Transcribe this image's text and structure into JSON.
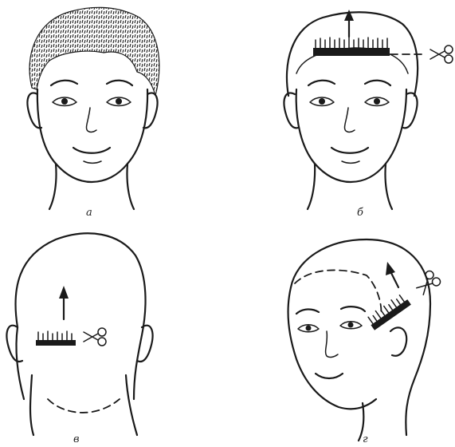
{
  "figure": {
    "panels": [
      {
        "id": "a",
        "label": "а",
        "view": "front-head-short-hair"
      },
      {
        "id": "b",
        "label": "б",
        "view": "front-head-comb-scissors-at-forehead"
      },
      {
        "id": "v",
        "label": "в",
        "view": "back-of-head-comb-scissors"
      },
      {
        "id": "g",
        "label": "г",
        "view": "three-quarter-head-comb-scissors-at-temple"
      }
    ],
    "icons": [
      "scissors-icon",
      "comb-icon",
      "arrow-up-icon"
    ],
    "colors": {
      "ink": "#1a1a1a",
      "paper": "#ffffff"
    }
  }
}
